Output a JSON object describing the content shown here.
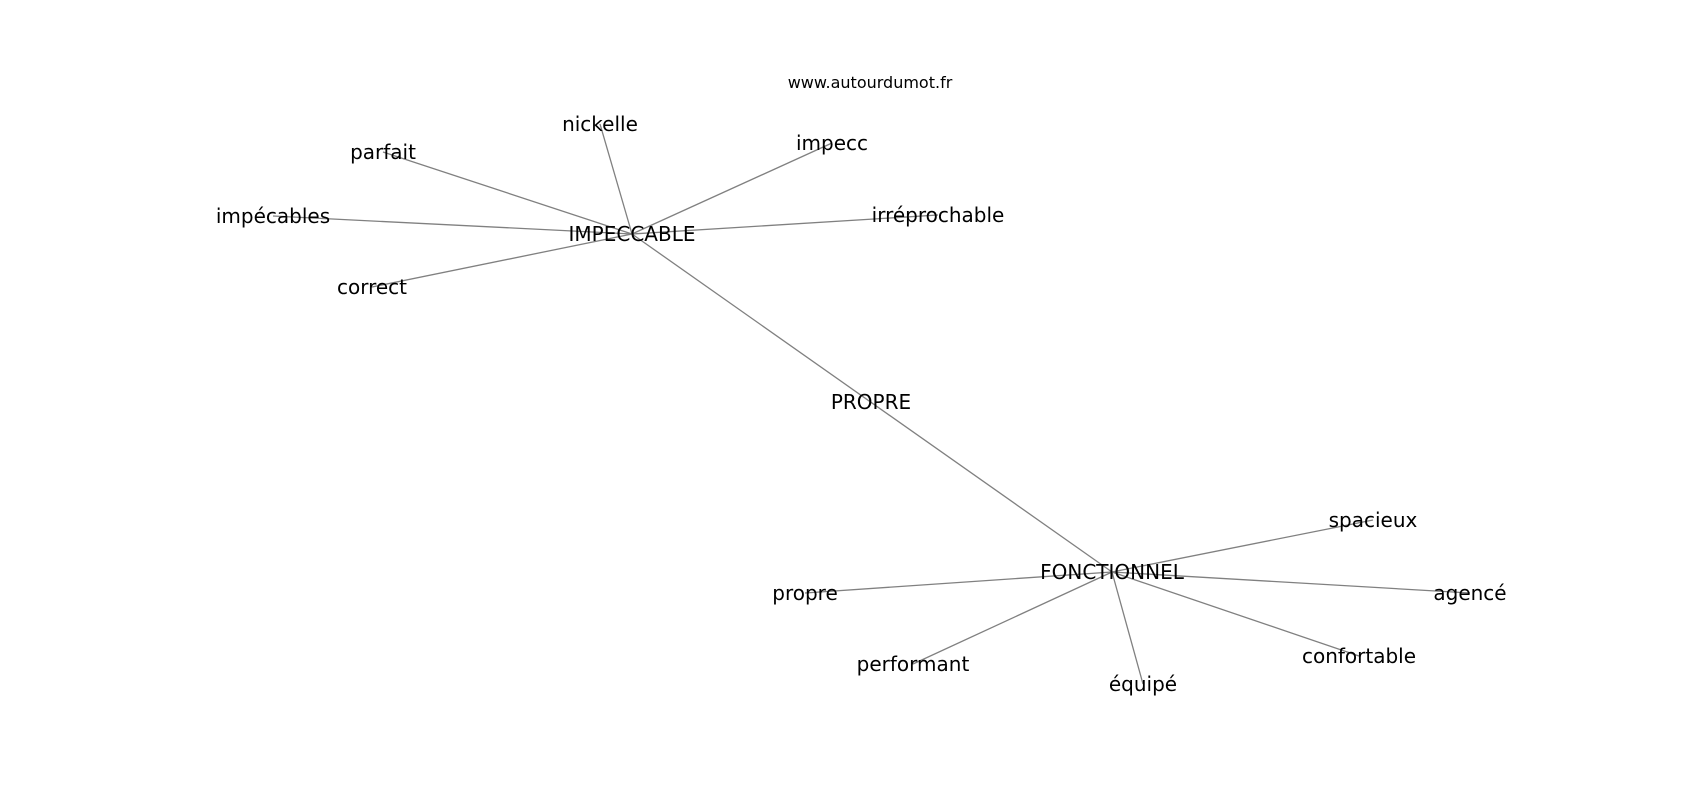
{
  "source": "www.autourdumot.fr",
  "colors": {
    "edge": "#808080",
    "text": "#000000",
    "background": "#ffffff"
  },
  "graph": {
    "nodes": [
      {
        "id": "propre_center",
        "label": "PROPRE"
      },
      {
        "id": "impeccable",
        "label": "IMPECCABLE"
      },
      {
        "id": "fonctionnel",
        "label": "FONCTIONNEL"
      },
      {
        "id": "nickelle",
        "label": "nickelle"
      },
      {
        "id": "parfait",
        "label": "parfait"
      },
      {
        "id": "impecc",
        "label": "impecc"
      },
      {
        "id": "impecables",
        "label": "impécables"
      },
      {
        "id": "irreprochable",
        "label": "irréprochable"
      },
      {
        "id": "correct",
        "label": "correct"
      },
      {
        "id": "spacieux",
        "label": "spacieux"
      },
      {
        "id": "agence",
        "label": "agencé"
      },
      {
        "id": "propre_leaf",
        "label": "propre"
      },
      {
        "id": "performant",
        "label": "performant"
      },
      {
        "id": "equipe",
        "label": "équipé"
      },
      {
        "id": "confortable",
        "label": "confortable"
      }
    ],
    "edges": [
      [
        "impeccable",
        "fonctionnel"
      ],
      [
        "impeccable",
        "nickelle"
      ],
      [
        "impeccable",
        "parfait"
      ],
      [
        "impeccable",
        "impecc"
      ],
      [
        "impeccable",
        "impecables"
      ],
      [
        "impeccable",
        "irreprochable"
      ],
      [
        "impeccable",
        "correct"
      ],
      [
        "fonctionnel",
        "spacieux"
      ],
      [
        "fonctionnel",
        "agence"
      ],
      [
        "fonctionnel",
        "propre_leaf"
      ],
      [
        "fonctionnel",
        "performant"
      ],
      [
        "fonctionnel",
        "equipe"
      ],
      [
        "fonctionnel",
        "confortable"
      ]
    ]
  }
}
